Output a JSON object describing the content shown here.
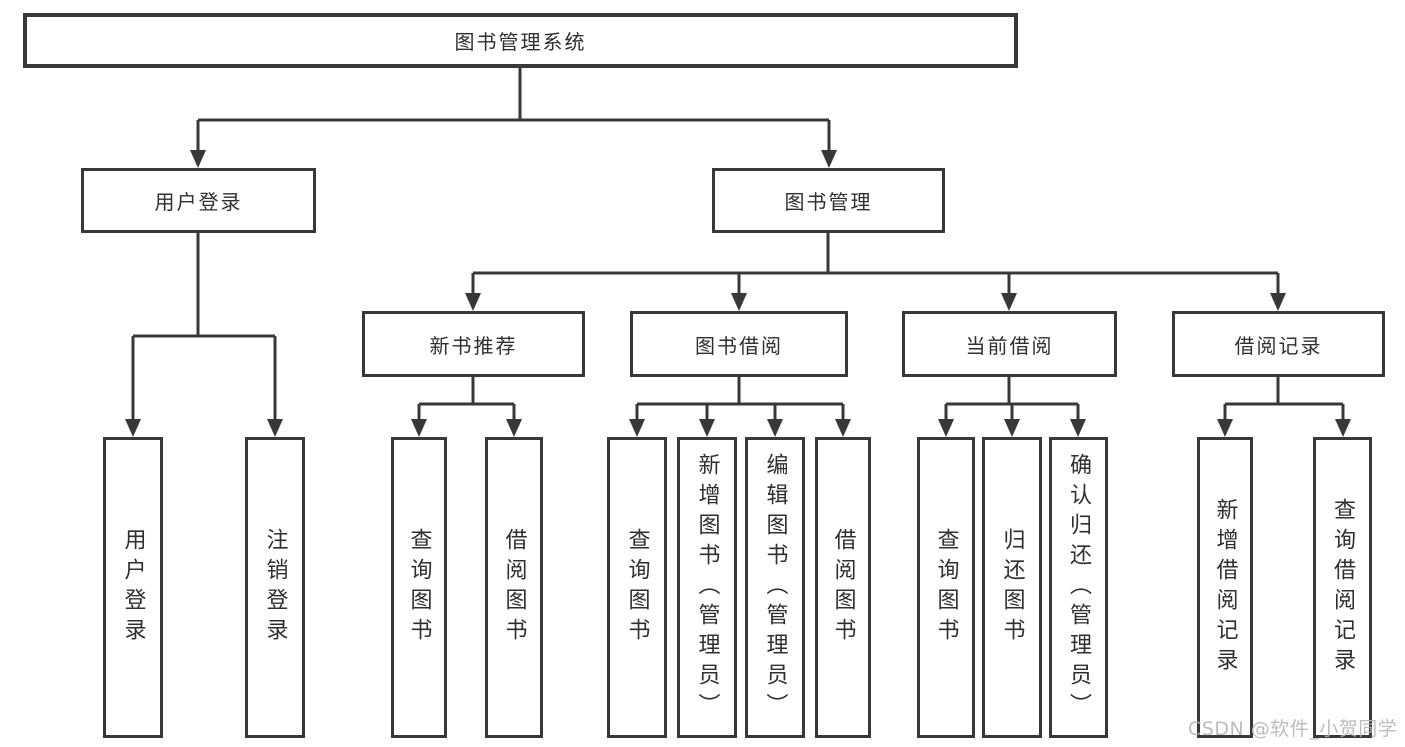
{
  "diagram": {
    "root": {
      "label": "图书管理系统",
      "children": [
        {
          "label": "用户登录",
          "children": [
            {
              "label": "用户登录"
            },
            {
              "label": "注销登录"
            }
          ]
        },
        {
          "label": "图书管理",
          "children": [
            {
              "label": "新书推荐",
              "children": [
                {
                  "label": "查询图书"
                },
                {
                  "label": "借阅图书"
                }
              ]
            },
            {
              "label": "图书借阅",
              "children": [
                {
                  "label": "查询图书"
                },
                {
                  "label": "新增图书（管理员）"
                },
                {
                  "label": "编辑图书（管理员）"
                },
                {
                  "label": "借阅图书"
                }
              ]
            },
            {
              "label": "当前借阅",
              "children": [
                {
                  "label": "查询图书"
                },
                {
                  "label": "归还图书"
                },
                {
                  "label": "确认归还（管理员）"
                }
              ]
            },
            {
              "label": "借阅记录",
              "children": [
                {
                  "label": "新增借阅记录"
                },
                {
                  "label": "查询借阅记录"
                }
              ]
            }
          ]
        }
      ]
    }
  },
  "watermark": {
    "text": "CSDN @软件_小贺同学",
    "color": "#b5b5b5"
  },
  "colors": {
    "line": "#383838",
    "box_background": "#ffffff",
    "text": "#2f2f2f"
  }
}
